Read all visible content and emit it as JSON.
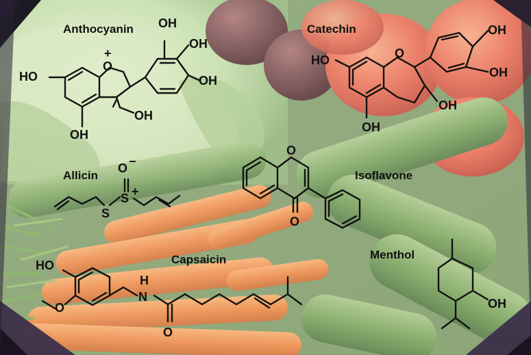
{
  "molecules": {
    "anthocyanin": {
      "name": "Anthocyanin",
      "atoms": [
        "OH",
        "OH",
        "HO",
        "OH",
        "O",
        "+",
        "OH",
        "OH"
      ]
    },
    "catechin": {
      "name": "Catechin",
      "atoms": [
        "OH",
        "OH",
        "HO",
        "O",
        "OH",
        "OH"
      ]
    },
    "allicin": {
      "name": "Allicin",
      "atoms": [
        "O",
        "−",
        "S",
        "+",
        "S"
      ]
    },
    "isoflavone": {
      "name": "Isoflavone",
      "atoms": [
        "O",
        "O"
      ]
    },
    "capsaicin": {
      "name": "Capsaicin",
      "atoms": [
        "HO",
        "O",
        "H",
        "N",
        "O"
      ]
    },
    "menthol": {
      "name": "Menthol",
      "atoms": [
        "OH"
      ]
    }
  },
  "colors": {
    "lettuce": "#a9c98a",
    "tomato": "#d9442a",
    "cucumber": "#5d8b3e",
    "carrot": "#e8742a",
    "plum": "#4a1a1a",
    "frame": "#3b2f4a"
  }
}
